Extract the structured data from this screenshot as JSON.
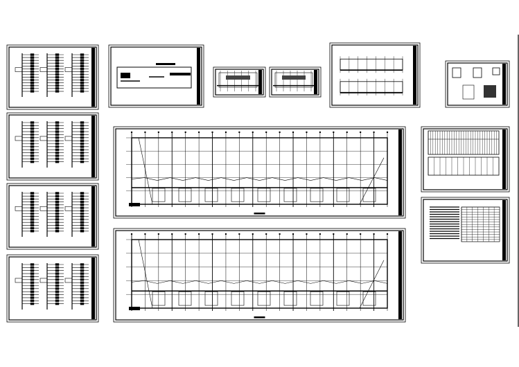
{
  "colors": {
    "background": "#ffffff",
    "ink": "#000000"
  },
  "sheets": [
    {
      "id": "schematic-1",
      "kind": "schematic"
    },
    {
      "id": "schematic-2",
      "kind": "schematic"
    },
    {
      "id": "schematic-3",
      "kind": "schematic"
    },
    {
      "id": "schematic-4",
      "kind": "schematic"
    },
    {
      "id": "notes-sheet",
      "kind": "notes"
    },
    {
      "id": "detail-plan-1",
      "kind": "smallplan"
    },
    {
      "id": "detail-plan-2",
      "kind": "smallplan"
    },
    {
      "id": "elevation-sheet",
      "kind": "elevation"
    },
    {
      "id": "detail-sheet",
      "kind": "detail"
    },
    {
      "id": "floor-plan-1",
      "kind": "bigplan"
    },
    {
      "id": "floor-plan-2",
      "kind": "bigplan"
    },
    {
      "id": "table-sheet-1",
      "kind": "table"
    },
    {
      "id": "table-sheet-2",
      "kind": "table2"
    }
  ]
}
